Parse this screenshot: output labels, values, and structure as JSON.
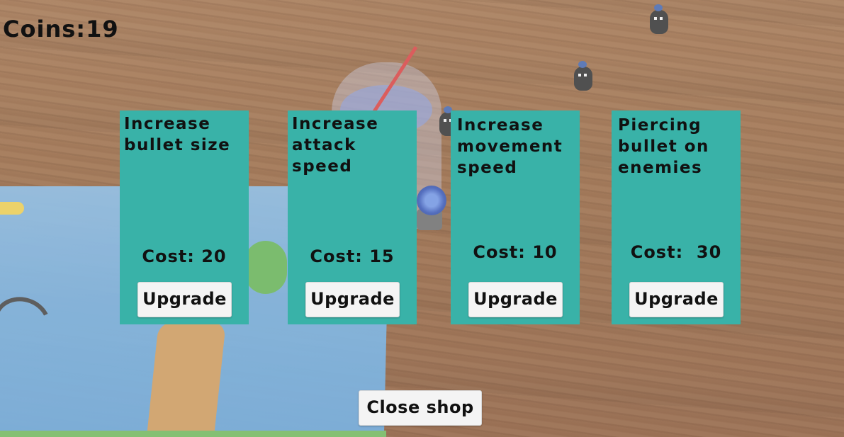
{
  "hud": {
    "coins_text": "Coins:19"
  },
  "shop": {
    "cards": [
      {
        "title": "Increase bullet size",
        "cost": "Cost: 20",
        "button": "Upgrade"
      },
      {
        "title": "Increase attack speed",
        "cost": "Cost: 15",
        "button": "Upgrade"
      },
      {
        "title": "Increase movement speed",
        "cost": "Cost: 10",
        "button": "Upgrade"
      },
      {
        "title": "Piercing bullet on enemies",
        "cost": "Cost:  30",
        "button": "Upgrade"
      }
    ],
    "close_label": "Close shop"
  },
  "colors": {
    "card_bg": "#39b2a8",
    "button_bg": "#f4f4f4",
    "text": "#111111"
  }
}
